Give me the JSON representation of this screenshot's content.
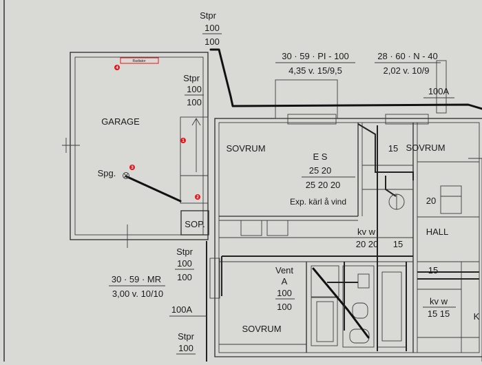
{
  "rooms": {
    "garage": "GARAGE",
    "sovrum_top": "SOVRUM",
    "sovrum_right": "SOVRUM",
    "sovrum_bottom": "SOVRUM",
    "hall": "HALL",
    "sop": "SOP.",
    "partial_k": "K"
  },
  "labels": {
    "radiator": "Radiator",
    "spg": "Spg.",
    "stpr": "Stpr",
    "stpr_num": "100",
    "stpr_den": "100",
    "pipe_top_left_1": "30 · 59 · PI - 100",
    "pipe_top_left_2": "4,35 v. 15/9,5",
    "pipe_top_right_1": "28 · 60 · N - 40",
    "pipe_top_right_2": "2,02 v. 10/9",
    "pipe_bottom_1": "30 · 59 · MR",
    "pipe_bottom_2": "3,00 v. 10/10",
    "hundred_a": "100A",
    "es": "E  S",
    "es_row1": "25  20",
    "es_row2": "25  20  20",
    "exp": "Exp. kärl å vind",
    "n15": "15",
    "n20": "20",
    "kvw": "kv  w",
    "kvw_vals": "20  20",
    "kvw2_vals": "15  15",
    "vent": "Vent",
    "vent_a": "A",
    "vent_num": "100",
    "vent_den": "100"
  },
  "markers": [
    {
      "id": "1"
    },
    {
      "id": "2"
    },
    {
      "id": "3"
    },
    {
      "id": "4"
    }
  ],
  "colors": {
    "paper": "#d9d9d6",
    "ink": "#1a1a1a",
    "marker": "#e8141a"
  }
}
